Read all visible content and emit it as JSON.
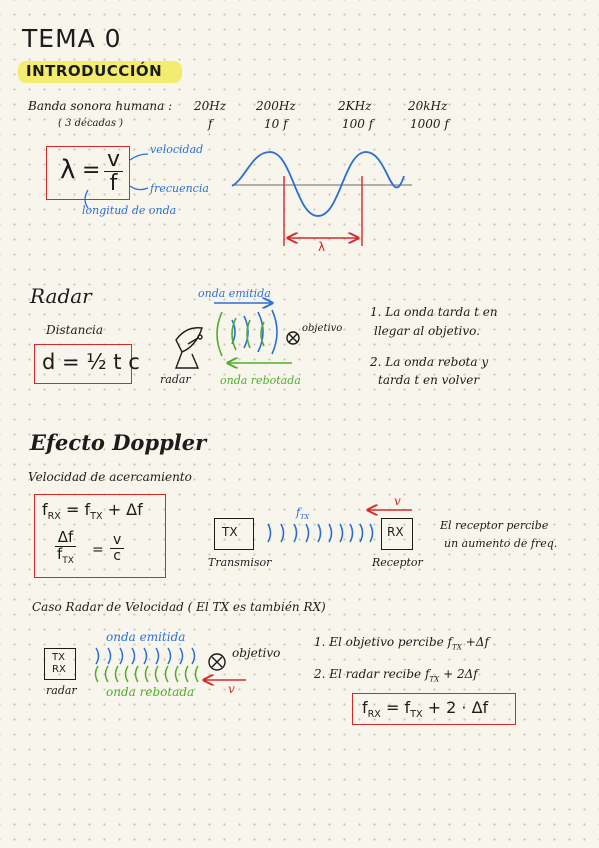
{
  "title": "TEMA 0",
  "subtitle": "INTRODUCCIÓN",
  "sound": {
    "label": "Banda sonora humana :",
    "octaves": "( 3 décadas )",
    "freqs": [
      "20Hz",
      "200Hz",
      "2KHz",
      "20kHz"
    ],
    "mults": [
      "f",
      "10 f",
      "100 f",
      "1000 f"
    ]
  },
  "wave_formula": {
    "lhs": "λ",
    "eq": "=",
    "num": "v",
    "den": "f",
    "label_velocity": "velocidad",
    "label_frequency": "frecuencia",
    "label_wavelength": "longitud de onda",
    "lambda_mark": "λ"
  },
  "radar": {
    "heading": "Radar",
    "distance_label": "Distancia",
    "formula": "d = ½ t c",
    "emitted": "onda emitida",
    "bounced": "onda rebotada",
    "target": "objetivo",
    "radar_label": "radar",
    "notes": [
      "1. La onda tarda  t  en",
      "llegar al objetivo.",
      "2. La onda rebota  y",
      "tarda  t  en volver"
    ]
  },
  "doppler": {
    "heading": "Efecto Doppler",
    "approach": "Velocidad de acercamiento",
    "f1_lhs": "f",
    "f1_lhs_sub": "RX",
    "f1_eq": "=",
    "f1_rhs": "f",
    "f1_rhs_sub": "TX",
    "f1_plus": "+ Δf",
    "f2_num": "Δf",
    "f2_den": "f",
    "f2_den_sub": "TX",
    "f2_eq": "=",
    "f2_rnum": "v",
    "f2_rden": "c",
    "tx_box": "TX",
    "rx_box": "RX",
    "ftx_label": "f",
    "ftx_sub": "TX",
    "v_label": "v",
    "tx_name": "Transmisor",
    "rx_name": "Receptor",
    "rx_note_1": "El receptor percibe",
    "rx_note_2": "un aumento de freq."
  },
  "radar_speed": {
    "heading": "Caso Radar de Velocidad  ( El TX es también RX)",
    "emitted": "onda emitida",
    "bounced": "onda rebotada",
    "target": "objetivo",
    "box_tx": "TX",
    "box_rx": "RX",
    "radar_label": "radar",
    "v_label": "v",
    "note_1": "1. El objetivo percibe   f",
    "note_1_sub": "TX",
    "note_1_tail": " +Δf",
    "note_2": "2. El radar recibe    f",
    "note_2_sub": "TX",
    "note_2_tail": " + 2Δf",
    "final_lhs": "f",
    "final_lhs_sub": "RX",
    "final_rest": " = f",
    "final_rest_sub": "TX",
    "final_tail": "  +  2 · Δf"
  }
}
